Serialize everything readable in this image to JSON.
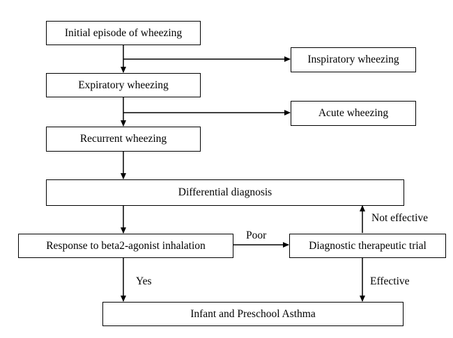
{
  "nodes": {
    "initial": "Initial episode of wheezing",
    "inspiratory": "Inspiratory wheezing",
    "expiratory": "Expiratory wheezing",
    "acute": "Acute wheezing",
    "recurrent": "Recurrent wheezing",
    "differential": "Differential diagnosis",
    "response": "Response to beta2-agonist inhalation",
    "trial": "Diagnostic therapeutic trial",
    "asthma": "Infant and Preschool Asthma"
  },
  "edge_labels": {
    "poor": "Poor",
    "not_effective": "Not effective",
    "yes": "Yes",
    "effective": "Effective"
  }
}
